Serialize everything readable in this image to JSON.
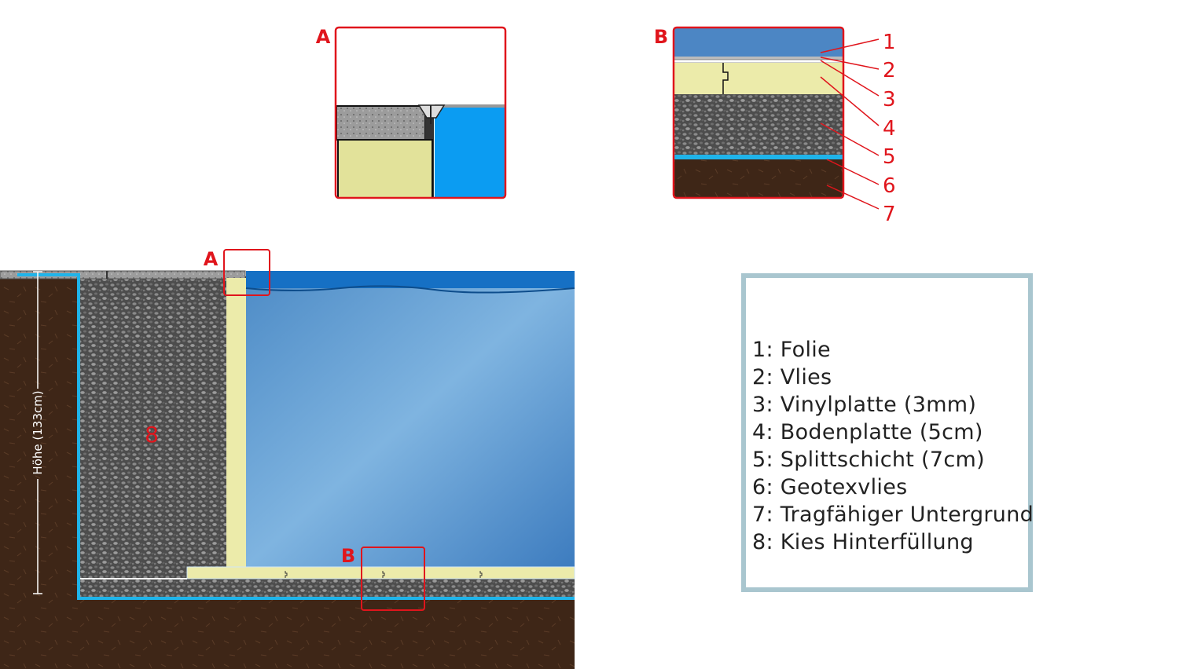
{
  "diagram": {
    "detail_a_label": "A",
    "detail_b_label": "B",
    "callout_numbers": [
      "1",
      "2",
      "3",
      "4",
      "5",
      "6",
      "7"
    ],
    "backfill_marker": "8",
    "height_label": "Höhe (133cm)",
    "colors": {
      "highlight": "#e0151c",
      "liner": "#1fb4ea",
      "water": "#5a95cc",
      "soil": "#3e2617",
      "plate": "#ecebaa",
      "frame": "#a9c6cf"
    }
  },
  "legend": {
    "items": [
      "1: Folie",
      "2: Vlies",
      "3: Vinylplatte (3mm)",
      "4: Bodenplatte (5cm)",
      "5: Splittschicht (7cm)",
      "6: Geotexvlies",
      "7: Tragfähiger Untergrund",
      "8: Kies Hinterfüllung"
    ]
  }
}
